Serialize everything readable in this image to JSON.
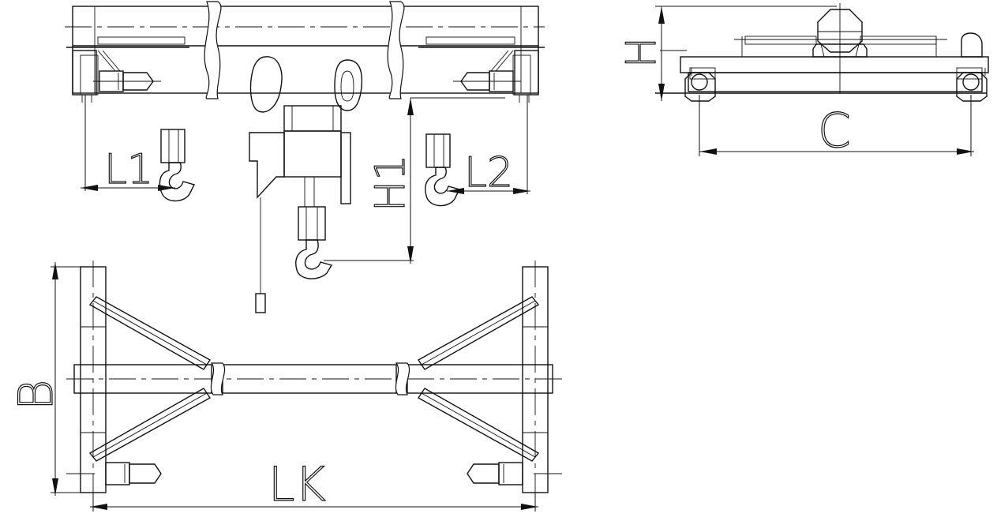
{
  "dimension_labels": {
    "l1": "L1",
    "l2": "L2",
    "h1": "H1",
    "h": "H",
    "c": "C",
    "b": "B",
    "lk": "LK"
  }
}
